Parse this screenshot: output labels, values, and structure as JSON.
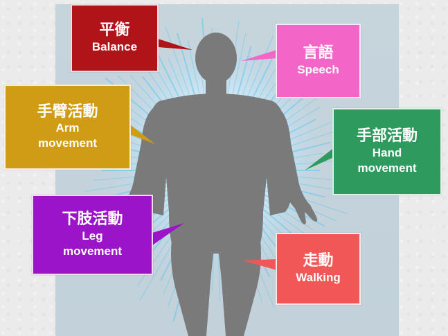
{
  "colors": {
    "panel_bg": "#c4d3dc",
    "burst": "#5ec8f0",
    "figure": "#7b7b7b",
    "balance": "#b01418",
    "speech": "#f465c8",
    "arm": "#d09c14",
    "hand": "#2f9a5e",
    "leg": "#9b14c8",
    "walking": "#f25757"
  },
  "labels": {
    "balance": {
      "zh": "平衡",
      "en": "Balance"
    },
    "speech": {
      "zh": "言語",
      "en": "Speech"
    },
    "arm": {
      "zh": "手臂活動",
      "en_line1": "Arm",
      "en_line2": "movement"
    },
    "hand": {
      "zh": "手部活動",
      "en_line1": "Hand",
      "en_line2": "movement"
    },
    "leg": {
      "zh": "下肢活動",
      "en_line1": "Leg",
      "en_line2": "movement"
    },
    "walking": {
      "zh": "走動",
      "en": "Walking"
    }
  }
}
